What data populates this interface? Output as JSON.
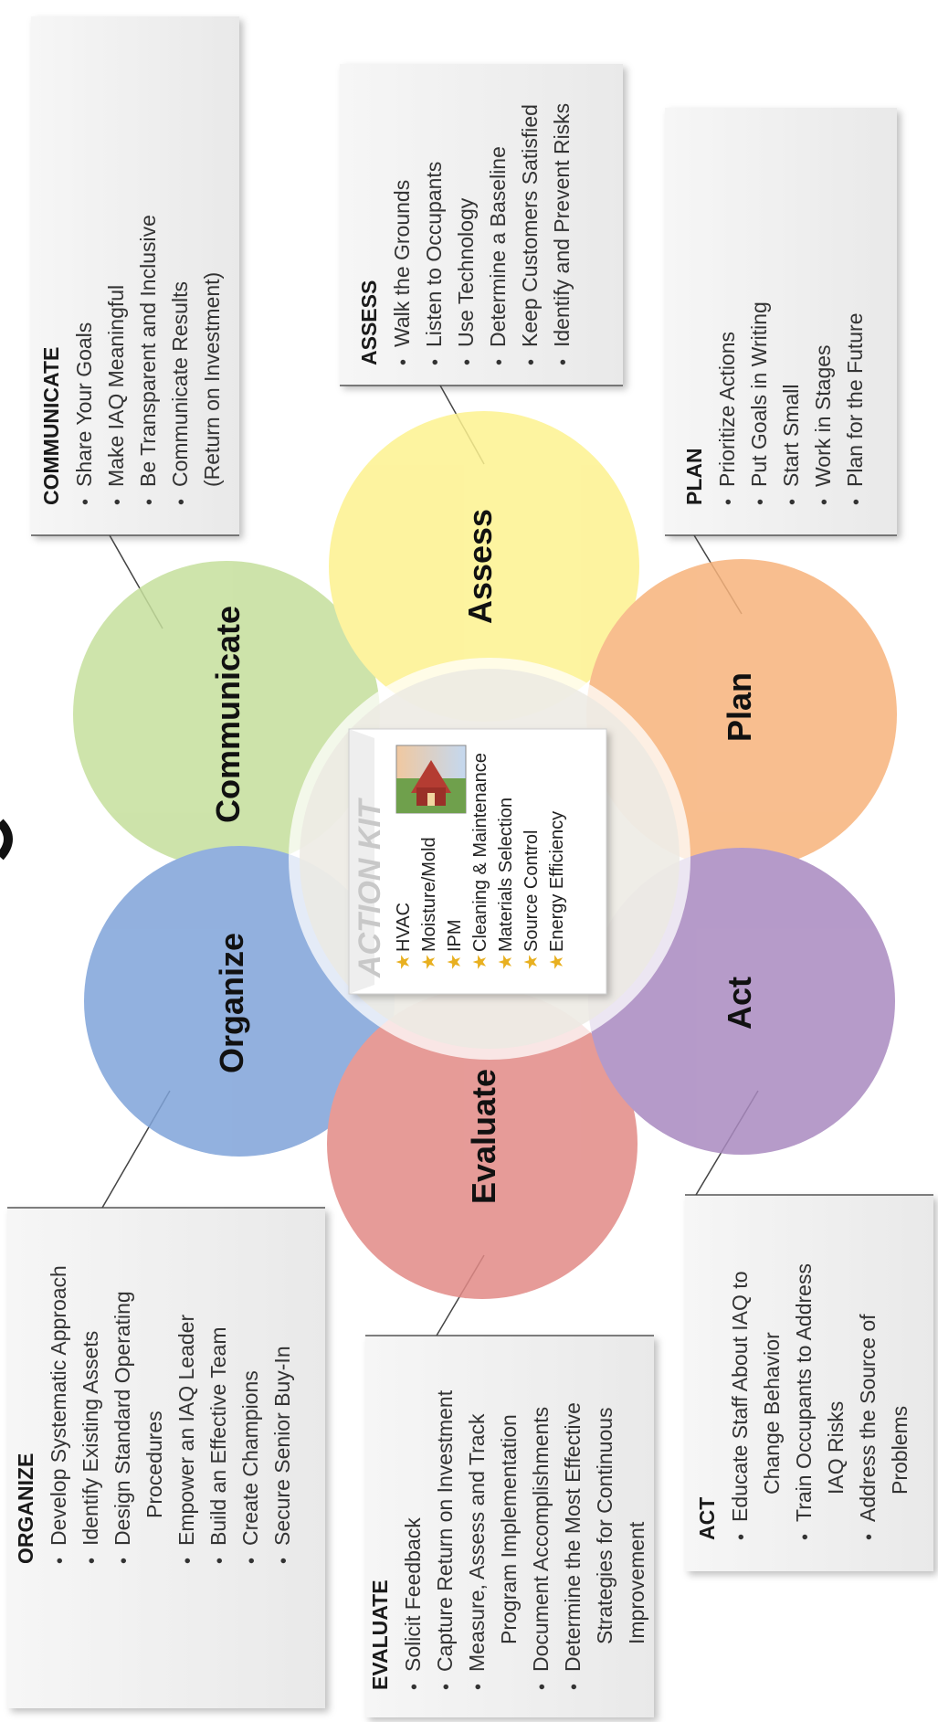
{
  "hub": {
    "box_title": "ACTION KIT",
    "items": [
      "HVAC",
      "Moisture/Mold",
      "IPM",
      "Cleaning & Maintenance",
      "Materials Selection",
      "Source Control",
      "Energy Efficiency"
    ]
  },
  "circles": {
    "communicate": {
      "label": "Communicate",
      "color": "#c5df9c"
    },
    "assess": {
      "label": "Assess",
      "color": "#fdf28f"
    },
    "plan": {
      "label": "Plan",
      "color": "#f7b37b"
    },
    "organize": {
      "label": "Organize",
      "color": "#7fa3d9"
    },
    "evaluate": {
      "label": "Evaluate",
      "color": "#e28a86"
    },
    "act": {
      "label": "Act",
      "color": "#a989c0"
    }
  },
  "cards": {
    "communicate": {
      "title": "COMMUNICATE",
      "bullets": [
        "Share Your Goals",
        "Make IAQ Meaningful",
        "Be Transparent and Inclusive",
        "Communicate Results"
      ],
      "continuation": "(Return on Investment)"
    },
    "assess": {
      "title": "ASSESS",
      "bullets": [
        "Walk the Grounds",
        "Listen to Occupants",
        "Use Technology",
        "Determine a Baseline",
        "Keep Customers Satisfied",
        "Identify and Prevent Risks"
      ]
    },
    "plan": {
      "title": "PLAN",
      "bullets": [
        "Prioritize Actions",
        "Put Goals in Writing",
        "Start Small",
        "Work in Stages",
        "Plan for the Future"
      ]
    },
    "organize": {
      "title": "ORGANIZE",
      "bullets": [
        "Develop Systematic Approach",
        "Identify Existing Assets",
        "Design Standard Operating",
        "Procedures",
        "Empower an IAQ Leader",
        "Build an Effective Team",
        "Create Champions",
        "Secure Senior Buy-In"
      ]
    },
    "evaluate": {
      "title": "EVALUATE",
      "bullets": [
        "Solicit Feedback",
        "Capture Return on Investment",
        "Measure, Assess and Track",
        "Program Implementation",
        "Document Accomplishments",
        "Determine the Most Effective",
        "Strategies for Continuous",
        "Improvement"
      ]
    },
    "act": {
      "title": "ACT",
      "bullets": [
        "Educate Staff About IAQ to",
        "Change Behavior",
        "Train Occupants to Address",
        "IAQ Risks",
        "Address the Source of",
        "Problems"
      ]
    }
  }
}
